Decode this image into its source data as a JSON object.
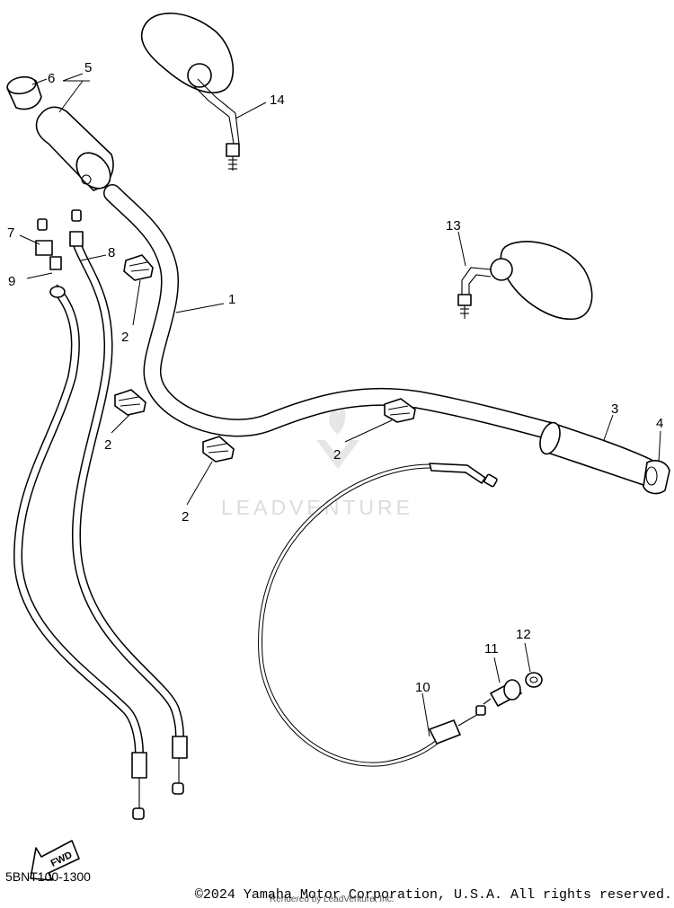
{
  "diagram": {
    "callouts": {
      "c1": "1",
      "c2a": "2",
      "c2b": "2",
      "c2c": "2",
      "c2d": "2",
      "c3": "3",
      "c4": "4",
      "c5": "5",
      "c6": "6",
      "c7": "7",
      "c8": "8",
      "c9": "9",
      "c10": "10",
      "c11": "11",
      "c12": "12",
      "c13": "13",
      "c14": "14"
    },
    "direction_label": "FWD",
    "watermark": "LEADVENTURE",
    "reference_code": "5BNT100-1300",
    "copyright": "©2024 Yamaha Motor Corporation, U.S.A. All rights reserved.",
    "rendered_by": "Rendered by LeadVenture, Inc."
  }
}
